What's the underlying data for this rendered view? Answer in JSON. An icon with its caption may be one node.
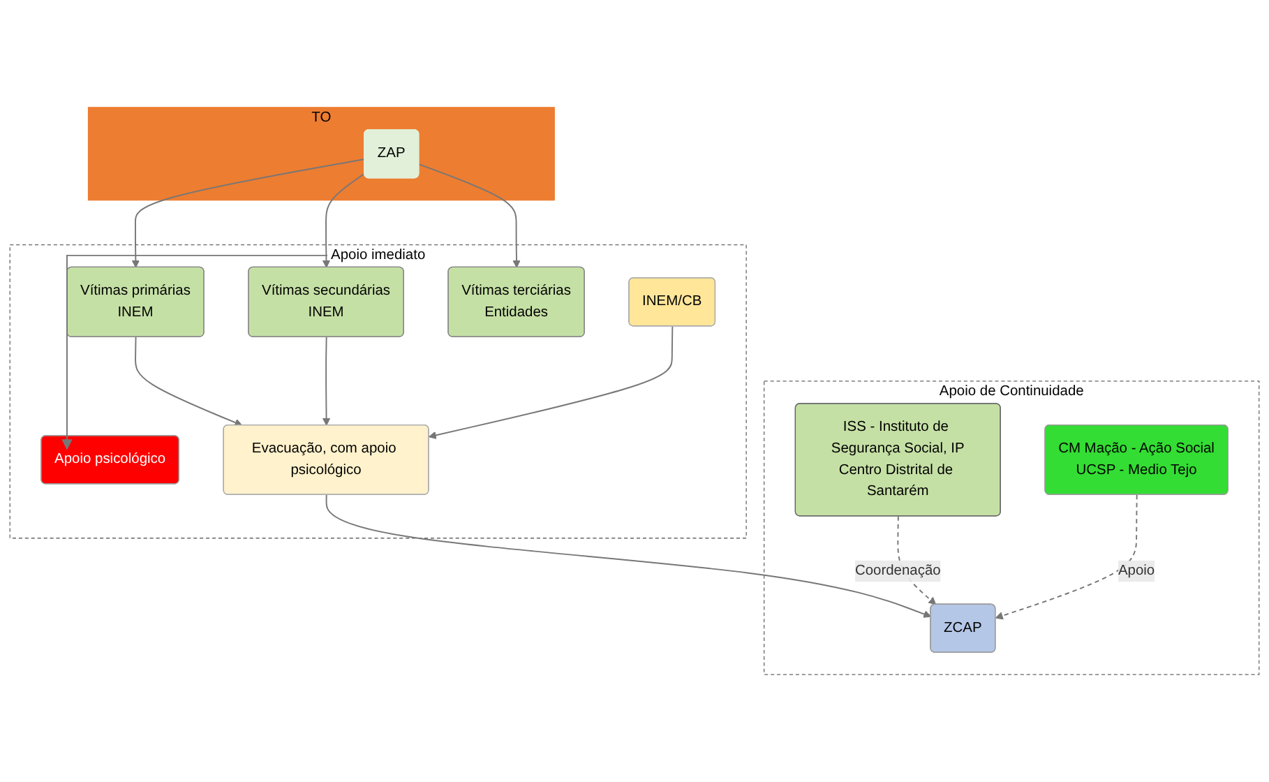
{
  "diagram": {
    "nodes": [
      {
        "text": [
          "TO"
        ]
      },
      {
        "text": [
          "ZAP"
        ],
        "in": 0
      },
      {
        "text": [
          "Apoio imediato"
        ]
      },
      {
        "text": [
          "Apoio psicológico"
        ],
        "in": 2
      },
      {
        "text": [
          "Vítimas primárias",
          "INEM"
        ],
        "in": 2
      },
      {
        "text": [
          "Vítimas secundárias",
          "INEM"
        ],
        "in": 2
      },
      {
        "text": [
          "Vítimas terciárias",
          "Entidades"
        ],
        "in": 2
      },
      {
        "text": [
          "INEM/CB"
        ],
        "in": 2
      },
      {
        "text": [
          "Evacuação, com apoio psicológico"
        ],
        "in": 2
      },
      {
        "text": [
          "Apoio de Continuidade"
        ]
      },
      {
        "text": [
          "ISS - Instituto de Segurança Social, IP",
          "Centro Distrital de Santarém"
        ],
        "in": 9
      },
      {
        "text": [
          "ZCAP"
        ],
        "in": 9
      },
      {
        "text": [
          "CM Mação - Ação Social",
          "UCSP - Medio Tejo"
        ],
        "in": 9
      }
    ],
    "edges": [
      {
        "from": 2,
        "to": 3,
        "arrow": "to"
      },
      {
        "from": 1,
        "to": 4,
        "arrow": "to"
      },
      {
        "from": 1,
        "to": 5,
        "arrow": "to"
      },
      {
        "from": 1,
        "to": 6,
        "arrow": "to"
      },
      {
        "from": 4,
        "to": 8,
        "arrow": "to"
      },
      {
        "from": 5,
        "to": 8,
        "arrow": "to"
      },
      {
        "from": 7,
        "to": 8,
        "arrow": "to"
      },
      {
        "from": 8,
        "to": 11,
        "arrow": "to"
      },
      {
        "from": 10,
        "to": 11,
        "arrow": "to",
        "label": "Coordenação",
        "style": "dashed"
      },
      {
        "from": 12,
        "to": 11,
        "arrow": "to",
        "label": "Apoio",
        "style": "dashed"
      }
    ]
  }
}
